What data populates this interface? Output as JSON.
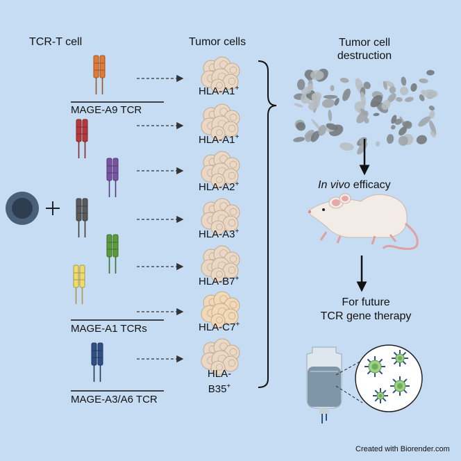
{
  "titles": {
    "tcr_t_cell": "TCR-T cell",
    "tumor_cells": "Tumor cells",
    "destruction_line1": "Tumor cell",
    "destruction_line2": "destruction",
    "in_vivo_em": "In vivo",
    "in_vivo_rest": " efficacy",
    "future_line1": "For future",
    "future_line2": "TCR gene therapy"
  },
  "tcr_groups": [
    "MAGE-A9 TCR",
    "MAGE-A1 TCRs",
    "MAGE-A3/A6 TCR"
  ],
  "plus_sign": "+",
  "hla_rows": [
    {
      "base": "HLA-A1",
      "sup": "+"
    },
    {
      "base": "HLA-A1",
      "sup": "+"
    },
    {
      "base": "HLA-A2",
      "sup": "+"
    },
    {
      "base": "HLA-A3",
      "sup": "+"
    },
    {
      "base": "HLA-B7",
      "sup": "+"
    },
    {
      "base": "HLA-C7",
      "sup": "+"
    }
  ],
  "hla_last": {
    "line1": "HLA-",
    "line2": "B35",
    "sup": "+"
  },
  "tcr_colors": {
    "mage_a9": "#e07a35",
    "red": "#b8383a",
    "purple": "#7b53a3",
    "gray": "#5a5a5a",
    "green": "#5a9c3a",
    "yellow": "#f0dc6a",
    "navy": "#2f4f86"
  },
  "credit": "Created with Biorender.com"
}
